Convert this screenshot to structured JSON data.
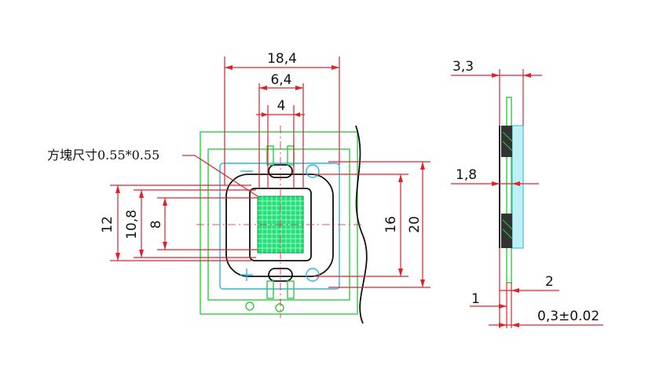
{
  "diagram": {
    "note_label": "方塊尺寸0.55*0.55",
    "dimensions": {
      "top_width_outer": "18,4",
      "top_width_mid": "6,4",
      "top_width_inner": "4",
      "left_12": "12",
      "left_10_8": "10,8",
      "left_8": "8",
      "right_16": "16",
      "right_20": "20",
      "side_top": "3,3",
      "side_mid": "1,8",
      "side_right": "2",
      "side_left": "1",
      "side_bottom": "0,3±0.02"
    },
    "colors": {
      "dimension": "#e0202a",
      "outline": "#2ecc40",
      "inner": "#29b6e6",
      "chip": "#22e07a",
      "edge": "#111111"
    }
  }
}
